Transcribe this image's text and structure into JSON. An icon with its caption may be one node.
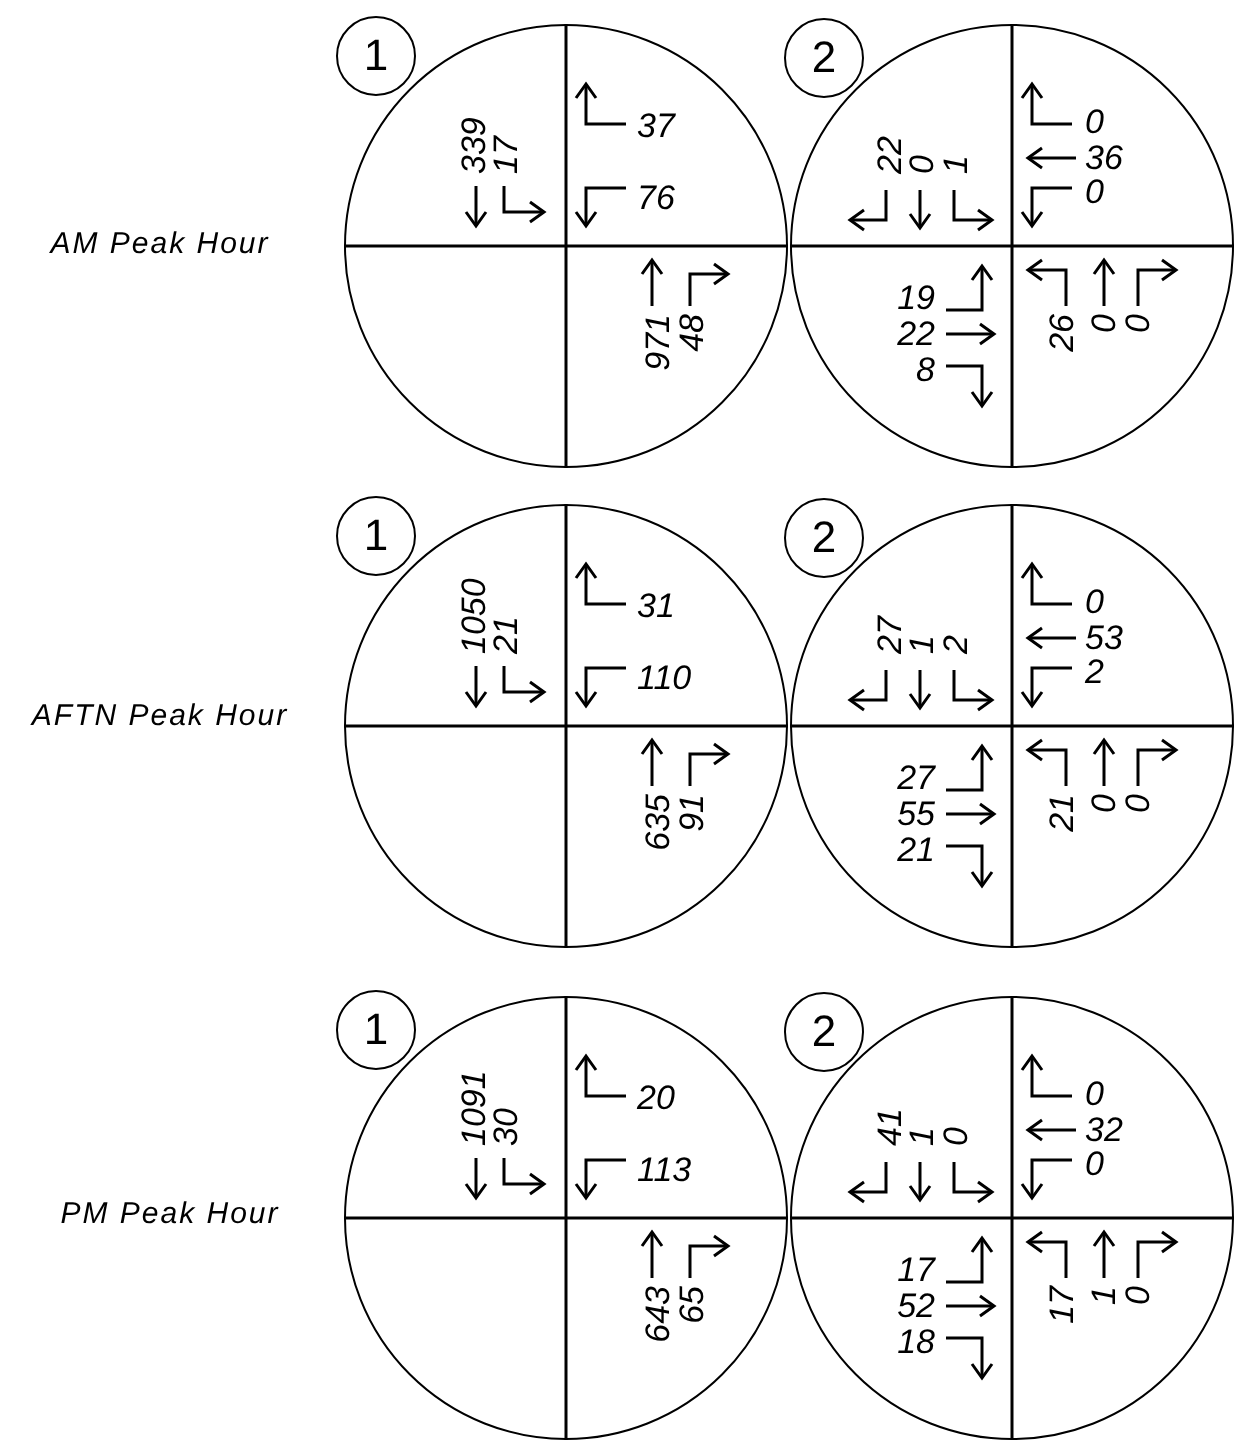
{
  "diagram": {
    "nodes": [
      {
        "text": [
          "1"
        ]
      },
      {
        "text": [
          "339",
          "17",
          "37",
          "76",
          "971",
          "48"
        ]
      },
      {
        "text": [
          "2"
        ]
      },
      {
        "text": [
          "22",
          "0",
          "1",
          "0",
          "36",
          "0",
          "19",
          "22",
          "8",
          "26",
          "0",
          "0"
        ]
      },
      {
        "text": [
          "1"
        ]
      },
      {
        "text": [
          "1050",
          "21",
          "31",
          "110",
          "635",
          "91"
        ]
      },
      {
        "text": [
          "2"
        ]
      },
      {
        "text": [
          "27",
          "1",
          "2",
          "0",
          "53",
          "2",
          "27",
          "55",
          "21",
          "21",
          "0",
          "0"
        ]
      },
      {
        "text": [
          "1"
        ]
      },
      {
        "text": [
          "1091",
          "30",
          "20",
          "113",
          "643",
          "65"
        ]
      },
      {
        "text": [
          "2"
        ]
      },
      {
        "text": [
          "41",
          "1",
          "0",
          "0",
          "32",
          "0",
          "17",
          "52",
          "18",
          "17",
          "1",
          "0"
        ]
      }
    ],
    "labels": [
      "AM Peak Hour",
      "AFTN Peak Hour",
      "PM Peak Hour"
    ]
  }
}
